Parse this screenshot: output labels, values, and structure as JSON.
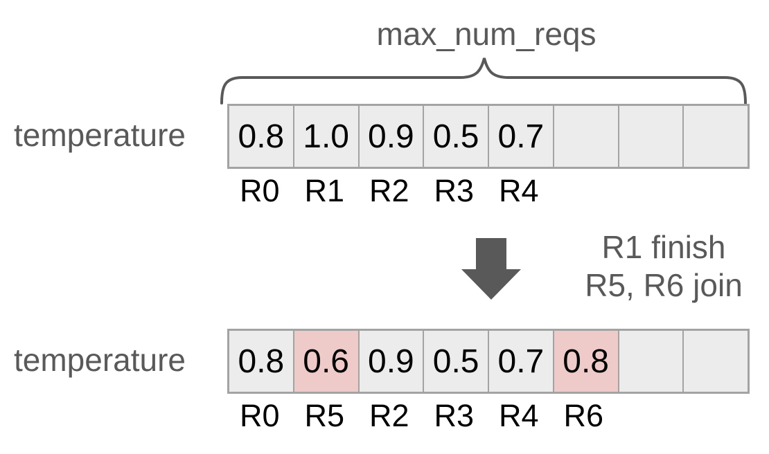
{
  "brace": {
    "label": "max_num_reqs"
  },
  "array_before": {
    "label": "temperature",
    "cells": [
      "0.8",
      "1.0",
      "0.9",
      "0.5",
      "0.7",
      "",
      "",
      ""
    ],
    "highlighted": [],
    "request_labels": [
      "R0",
      "R1",
      "R2",
      "R3",
      "R4"
    ]
  },
  "transition": {
    "arrow_icon": "down-arrow",
    "caption_lines": [
      "R1 finish",
      "R5, R6 join"
    ]
  },
  "array_after": {
    "label": "temperature",
    "cells": [
      "0.8",
      "0.6",
      "0.9",
      "0.5",
      "0.7",
      "0.8",
      "",
      ""
    ],
    "highlighted": [
      1,
      5
    ],
    "request_labels": [
      "R0",
      "R5",
      "R2",
      "R3",
      "R4",
      "R6"
    ]
  },
  "colors": {
    "background": "#ffffff",
    "label_gray": "#595959",
    "arrow": "#595959",
    "cell_fill": "#ececec",
    "cell_highlight": "#eecbc8",
    "cell_border": "#a3a3a3",
    "value_text": "#000000"
  }
}
